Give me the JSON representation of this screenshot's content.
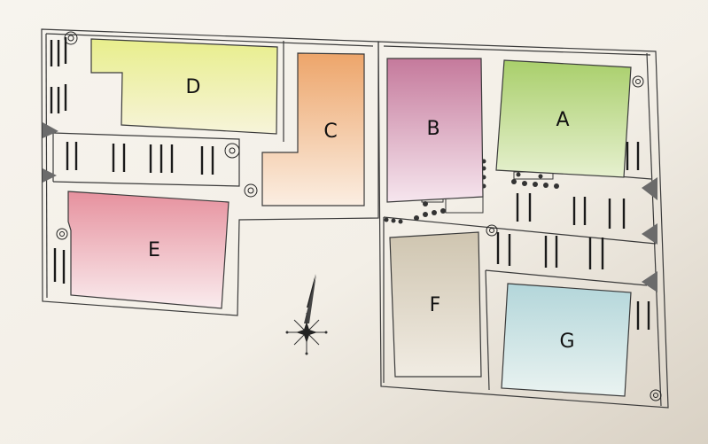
{
  "buildings": [
    {
      "id": "D",
      "label": "D",
      "color_top": "#e8ee8c",
      "color_bottom": "#f7f4da"
    },
    {
      "id": "C",
      "label": "C",
      "color_top": "#eda56a",
      "color_bottom": "#fbeee2"
    },
    {
      "id": "B",
      "label": "B",
      "color_top": "#c57a9c",
      "color_bottom": "#f6e6ee"
    },
    {
      "id": "A",
      "label": "A",
      "color_top": "#a9cf6b",
      "color_bottom": "#e6f0cf"
    },
    {
      "id": "E",
      "label": "E",
      "color_top": "#e6919e",
      "color_bottom": "#faecee"
    },
    {
      "id": "F",
      "label": "F",
      "color_top": "#cfc5b0",
      "color_bottom": "#f1ece3"
    },
    {
      "id": "G",
      "label": "G",
      "color_top": "#b3d6da",
      "color_bottom": "#eaf3f1"
    }
  ],
  "compass": {
    "icon": "north-arrow-compass-icon"
  },
  "colors": {
    "outline": "#3a3a3a",
    "background_light": "#f6f2ea",
    "background_dark": "#d8d0c3"
  }
}
